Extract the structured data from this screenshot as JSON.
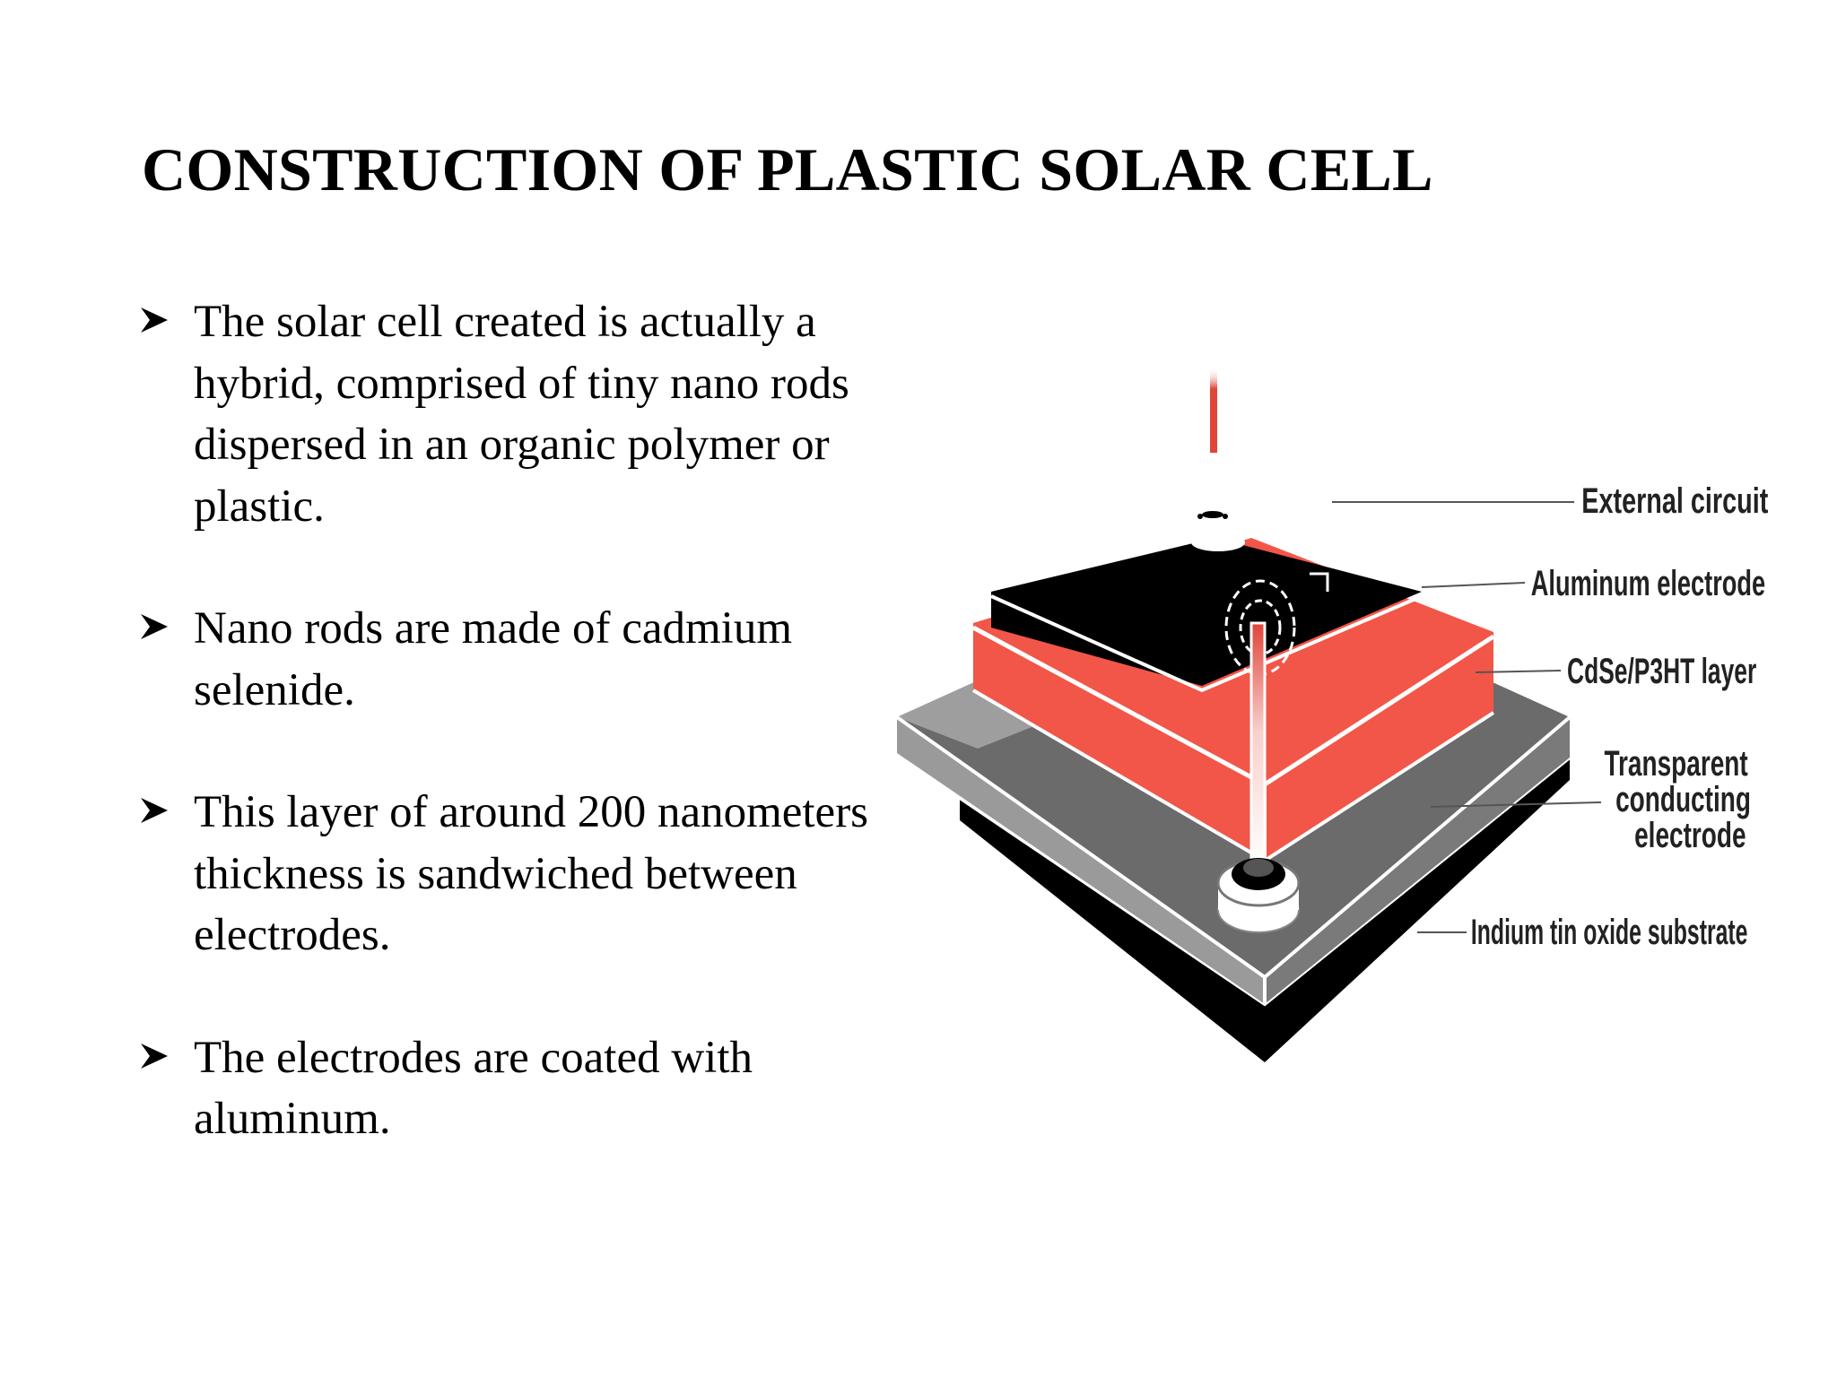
{
  "title": "CONSTRUCTION OF PLASTIC SOLAR CELL",
  "bullets": [
    {
      "text": "The solar cell created is actually a hybrid, comprised of tiny nano rods dispersed in an organic polymer or plastic."
    },
    {
      "text": "Nano rods are made of cadmium selenide."
    },
    {
      "text": "This layer of around 200 nanometers thickness is sandwiched between electrodes."
    },
    {
      "text": "The electrodes are coated with aluminum."
    }
  ],
  "bullet_icon": "arrowhead-bullet-icon",
  "diagram": {
    "labels": {
      "external_circuit": "External circuit",
      "aluminum_electrode": "Aluminum electrode",
      "cdse_layer": "CdSe/P3HT layer",
      "transparent_1": "Transparent",
      "transparent_2": "conducting",
      "transparent_3": "electrode",
      "ito_substrate": "Indium tin oxide substrate"
    },
    "colors": {
      "active_layer": "#f25648",
      "electrode": "#000000",
      "substrate": "#8c8c8c",
      "light_ray": "#e0453a"
    }
  }
}
